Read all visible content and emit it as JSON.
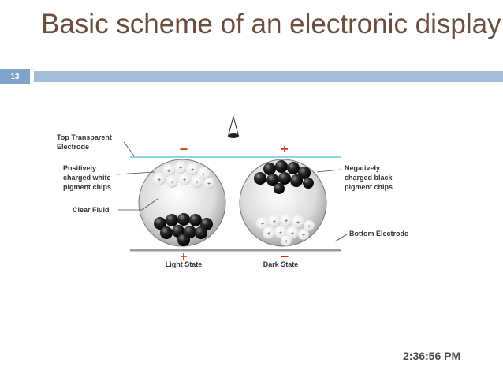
{
  "slide": {
    "title": "Basic scheme of an electronic display",
    "number": "13",
    "timestamp": "2:36:56 PM"
  },
  "diagram": {
    "labels": {
      "top_electrode": [
        "Top Transparent",
        "Electrode"
      ],
      "white_chips": [
        "Positively",
        "charged white",
        "pigment chips"
      ],
      "clear_fluid": "Clear Fluid",
      "black_chips": [
        "Negatively",
        "charged black",
        "pigment chips"
      ],
      "bottom_electrode": "Bottom Electrode",
      "light_state": "Light State",
      "dark_state": "Dark State"
    },
    "signs": {
      "light_top": "–",
      "light_bottom": "+",
      "dark_top": "+",
      "dark_bottom": "–"
    },
    "chip_sign": "+"
  },
  "colors": {
    "title": "#6b4e3d",
    "accent_bar": "#a5bdd8",
    "number_box": "#7fa3c9",
    "electrode_top": "#8fd3e8",
    "electrode_bottom": "#9a9a9a",
    "polarity": "#d6321e"
  },
  "icons": {
    "viewer": "eye-icon"
  }
}
